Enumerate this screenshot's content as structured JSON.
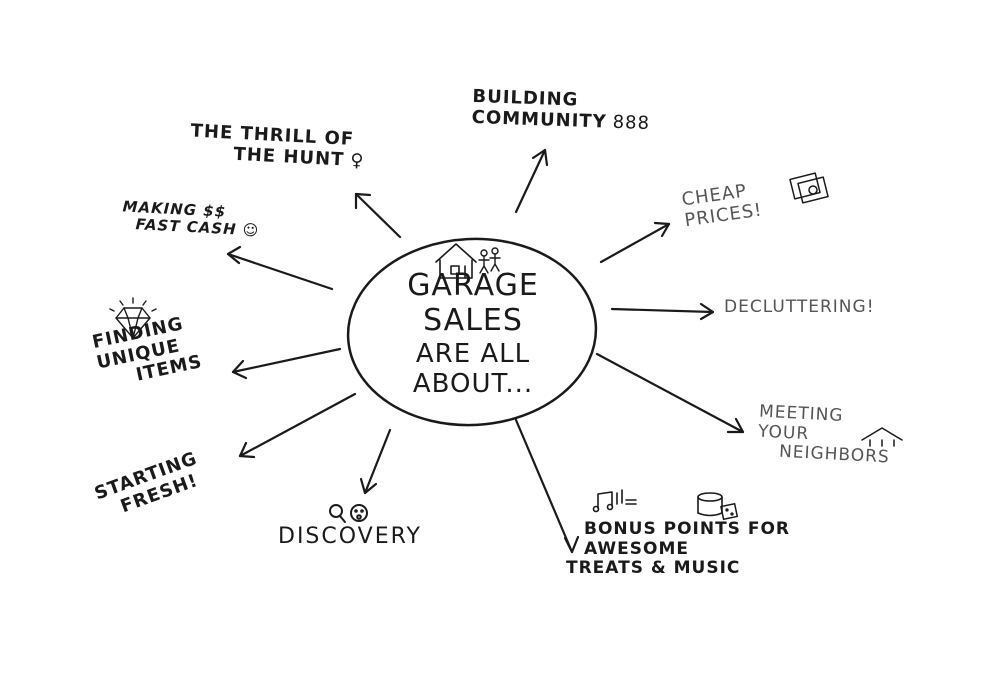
{
  "center": {
    "lines": [
      "GARAGE",
      "SALES",
      "ARE ALL",
      "ABOUT..."
    ]
  },
  "branches": {
    "building_community": {
      "lines": [
        "BUILDING",
        "COMMUNITY"
      ],
      "icon_text": "888"
    },
    "thrill_of_hunt": {
      "lines": [
        "THE THRILL OF",
        "THE HUNT"
      ],
      "icon_text": "♀"
    },
    "cheap_prices": {
      "lines": [
        "CHEAP",
        "PRICES!"
      ]
    },
    "making_money": {
      "lines": [
        "MAKING $$",
        "FAST CASH"
      ],
      "icon_text": "☺"
    },
    "decluttering": {
      "lines": [
        "DECLUTTERING!"
      ]
    },
    "finding_unique": {
      "lines": [
        "FINDING",
        "UNIQUE",
        "ITEMS"
      ]
    },
    "meeting_neighbors": {
      "lines": [
        "MEETING",
        "YOUR",
        "NEIGHBORS"
      ]
    },
    "starting_fresh": {
      "lines": [
        "STARTING",
        "FRESH!"
      ]
    },
    "discovery": {
      "lines": [
        "DISCOVERY"
      ]
    },
    "bonus_points": {
      "lines": [
        "BONUS POINTS FOR",
        "AWESOME",
        "TREATS & MUSIC"
      ]
    }
  },
  "icons": [
    "house-icon",
    "people-icon",
    "money-icon",
    "diamond-icon",
    "magnifier-icon",
    "smiley-icon",
    "music-notes-icon",
    "cake-icon",
    "dice-icon",
    "roof-icon",
    "search-person-icon",
    "community-people-icon"
  ],
  "colors": {
    "ink": "#1a1a1a",
    "light_ink": "#555555",
    "background": "#ffffff"
  }
}
